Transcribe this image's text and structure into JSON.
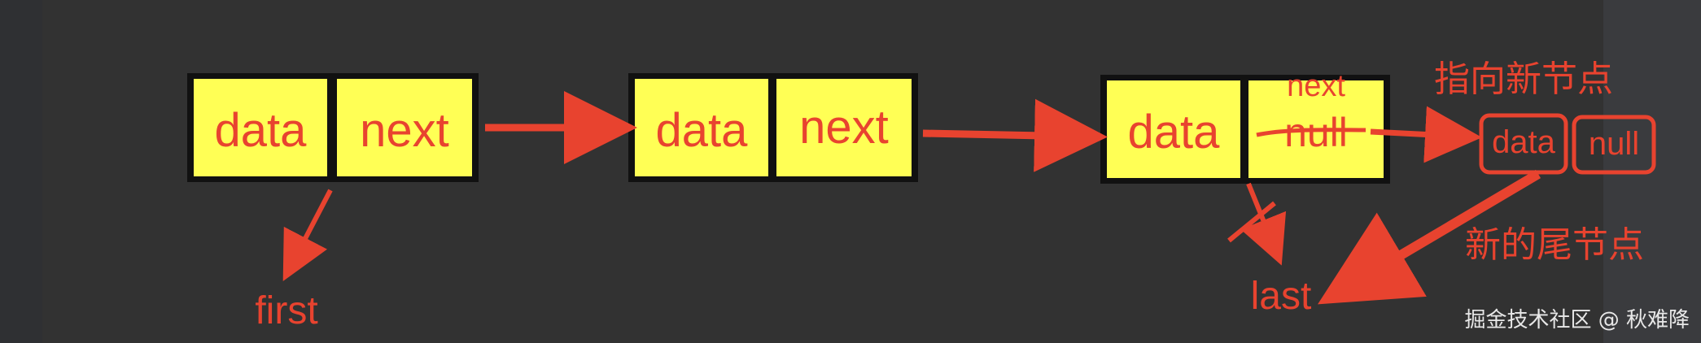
{
  "nodes": [
    {
      "data_label": "data",
      "next_label": "next"
    },
    {
      "data_label": "data",
      "next_label": "next"
    },
    {
      "data_label": "data",
      "next_label": "null",
      "next_overwrite": "next"
    }
  ],
  "new_node": {
    "data_label": "data",
    "next_label": "null"
  },
  "labels": {
    "first": "first",
    "last": "last",
    "points_to_new": "指向新节点",
    "new_tail": "新的尾节点"
  },
  "watermark": "掘金技术社区 @ 秋难降",
  "colors": {
    "background": "#323232",
    "cell_fill": "#ffff55",
    "cell_border": "#111111",
    "accent": "#e8432f"
  }
}
